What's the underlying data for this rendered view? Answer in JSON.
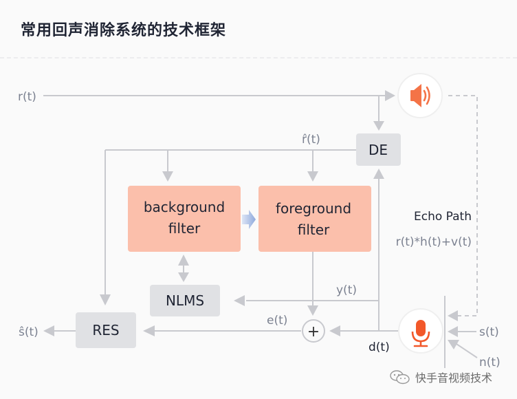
{
  "header": {
    "title": "常用回声消除系统的技术框架"
  },
  "blocks": {
    "de": "DE",
    "background_filter": [
      "background",
      "filter"
    ],
    "foreground_filter": [
      "foreground",
      "filter"
    ],
    "nlms": "NLMS",
    "res": "RES",
    "sum_symbol": "+"
  },
  "signals": {
    "r": "r(t)",
    "r_hat": "r̂(t)",
    "y": "y(t)",
    "e": "e(t)",
    "d": "d(t)",
    "s_hat": "ŝ(t)",
    "s": "s(t)",
    "n": "n(t)"
  },
  "echo_path": {
    "label": "Echo Path",
    "formula": "r(t)*h(t)+v(t)"
  },
  "icons": {
    "speaker": "speaker-icon",
    "microphone": "microphone-icon"
  },
  "colors": {
    "filter_fill": "#fbbfab",
    "block_fill": "#e0e1e4",
    "icon_accent": "#f2582a",
    "line": "#c8c9ce"
  },
  "watermark": {
    "text": "快手音视频技术"
  }
}
